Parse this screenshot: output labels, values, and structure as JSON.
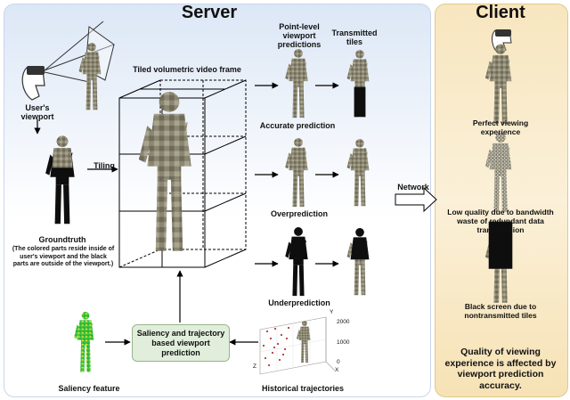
{
  "server": {
    "title": "Server",
    "users_viewport": "User's\nviewport",
    "groundtruth": "Groundtruth",
    "groundtruth_note": "(The colored parts reside inside of user's viewport and the black parts are outside of the viewport.)",
    "tiling": "Tiling",
    "tiled_frame": "Tiled volumetric video frame",
    "point_level": "Point-level viewport predictions",
    "transmitted_tiles": "Transmitted tiles",
    "accurate": "Accurate prediction",
    "over": "Overprediction",
    "under": "Underprediction",
    "saliency_feature": "Saliency feature",
    "predictor": "Saliency and trajectory based viewport prediction",
    "historical": "Historical trajectories",
    "plot_ticks": [
      "2000",
      "1000",
      "0"
    ],
    "plot_axes": [
      "Y",
      "X",
      "Z"
    ]
  },
  "network": "Network",
  "client": {
    "title": "Client",
    "perfect": "Perfect viewing experience",
    "low_quality": "Low quality due to bandwidth waste of redundant data transmission",
    "black_screen": "Black screen due to nontransmitted tiles",
    "quality_note": "Quality of viewing experience is affected by viewport prediction accuracy."
  },
  "colors": {
    "camo": "#8a8671",
    "camo_dark": "#4f4b3f",
    "black_part": "#0e0e0e",
    "saliency_green": "#3fc43a",
    "saliency_yellow": "#e8e23a",
    "trajectory_red": "#b33b3b"
  }
}
